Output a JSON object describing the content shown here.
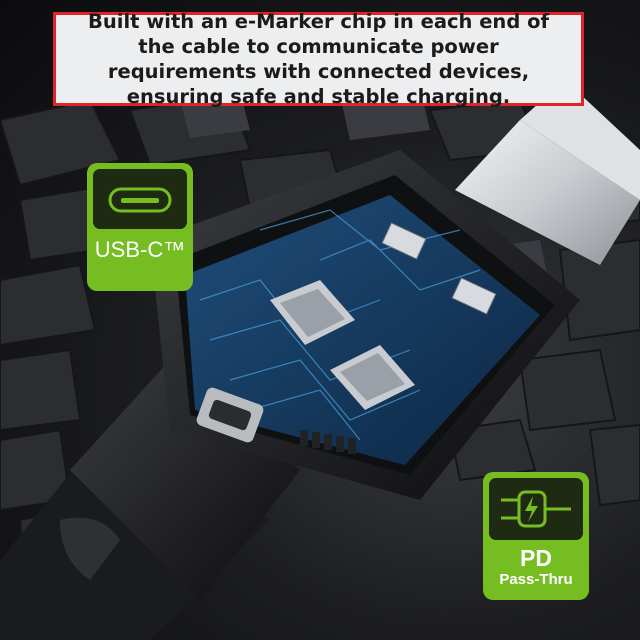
{
  "caption": {
    "text": "Built with an e-Marker chip in each end of the cable to communicate power requirements with connected devices, ensuring safe and stable charging.",
    "border_color": "#e0242b"
  },
  "badges": {
    "usb": {
      "label": "USB-C™",
      "icon": "usb-c-port-icon",
      "color": "#76bd22"
    },
    "pd": {
      "label": "PD",
      "sublabel": "Pass-Thru",
      "icon": "power-plug-icon",
      "color": "#76bd22"
    }
  }
}
